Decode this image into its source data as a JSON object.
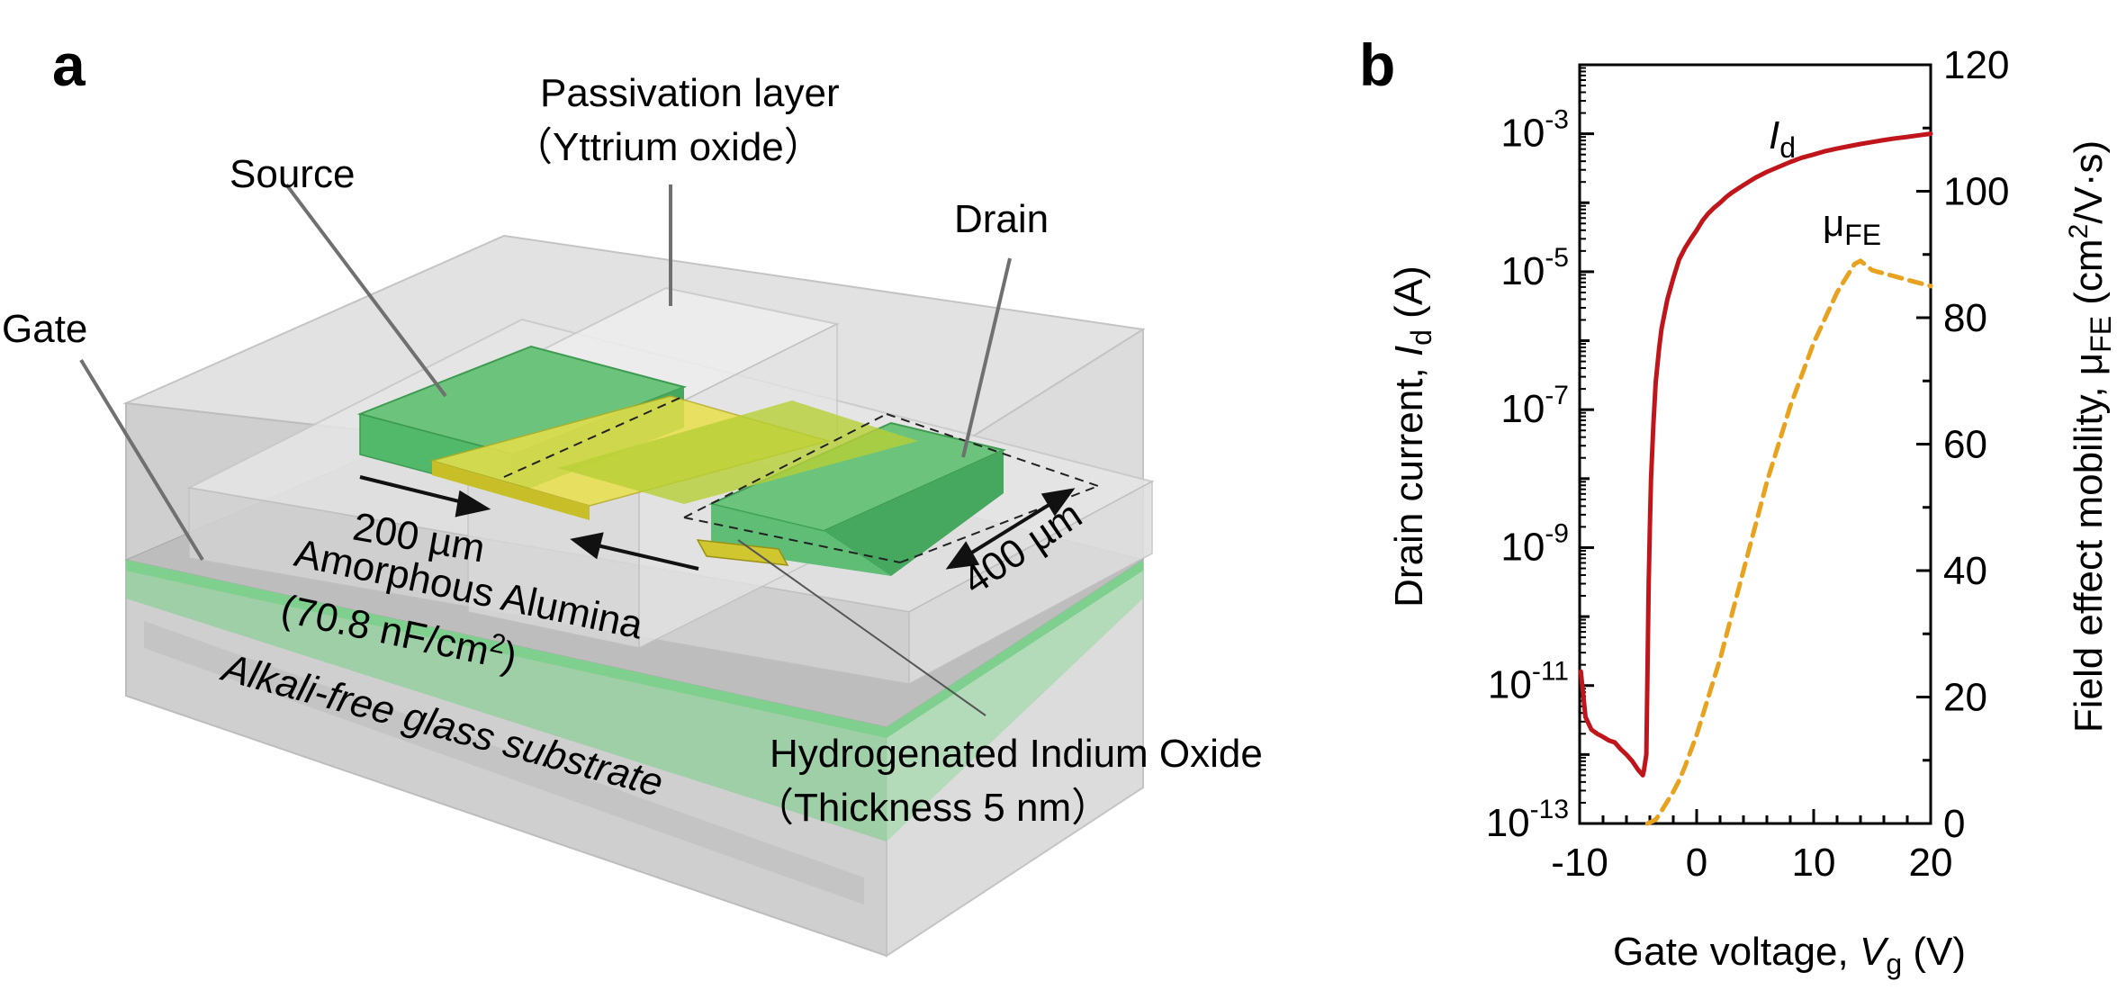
{
  "panel_a": {
    "letter": "a",
    "labels": {
      "passivation_1": "Passivation layer",
      "passivation_2": "（Yttrium oxide）",
      "source": "Source",
      "drain": "Drain",
      "gate": "Gate",
      "dim_200": "200 µm",
      "dim_400": "400 µm",
      "alumina_1": "Amorphous Alumina",
      "alumina_2_pre": "(70.8 nF/cm",
      "alumina_2_sup": "2",
      "alumina_2_post": ")",
      "substrate": "Alkali-free glass substrate",
      "ito_1": "Hydrogenated Indium Oxide",
      "ito_2": "（Thickness 5 nm）"
    },
    "colors": {
      "glass": "#d7d7d7",
      "alumina_green": "#7fcf8f",
      "electrode_green": "#52b96a",
      "channel_yellow": "#cfc630",
      "channel_bright": "#e8e04a"
    }
  },
  "panel_b": {
    "letter": "b",
    "chart_data": {
      "type": "line",
      "xlabel_pre": "Gate voltage, ",
      "xlabel_var": "V",
      "xlabel_sub": "g",
      "xlabel_post": " (V)",
      "ylabel_left_pre": "Drain current, ",
      "ylabel_left_var": "I",
      "ylabel_left_sub": "d",
      "ylabel_left_post": " (A)",
      "ylabel_right_pre": "Field effect mobility, μ",
      "ylabel_right_sub": "FE",
      "ylabel_right_mid": " (cm",
      "ylabel_right_sup": "2",
      "ylabel_right_post": "/V·s)",
      "xlim": [
        -10,
        20
      ],
      "x_ticks": [
        {
          "value": -10,
          "label": "-10"
        },
        {
          "value": 0,
          "label": "0"
        },
        {
          "value": 10,
          "label": "10"
        },
        {
          "value": 20,
          "label": "20"
        }
      ],
      "y_left_scale": "log",
      "y_left_lim_exp": [
        -13,
        -2
      ],
      "y_left_ticks": [
        {
          "exp": -13,
          "base": "10",
          "sup": "-13"
        },
        {
          "exp": -11,
          "base": "10",
          "sup": "-11"
        },
        {
          "exp": -9,
          "base": "10",
          "sup": "-9"
        },
        {
          "exp": -7,
          "base": "10",
          "sup": "-7"
        },
        {
          "exp": -5,
          "base": "10",
          "sup": "-5"
        },
        {
          "exp": -3,
          "base": "10",
          "sup": "-3"
        }
      ],
      "y_right_lim": [
        0,
        120
      ],
      "y_right_ticks": [
        {
          "value": 0,
          "label": "0"
        },
        {
          "value": 20,
          "label": "20"
        },
        {
          "value": 40,
          "label": "40"
        },
        {
          "value": 60,
          "label": "60"
        },
        {
          "value": 80,
          "label": "80"
        },
        {
          "value": 100,
          "label": "100"
        },
        {
          "value": 120,
          "label": "120"
        }
      ],
      "series": [
        {
          "name_var": "I",
          "name_sub": "d",
          "axis": "left",
          "color": "#c0161b",
          "style": "solid",
          "x": [
            -9.9,
            -9.5,
            -9,
            -8.5,
            -8,
            -7.5,
            -7,
            -6.5,
            -6,
            -5.5,
            -5,
            -4.6,
            -4.5,
            -4.3,
            -4.1,
            -4.0,
            -3.9,
            -3.7,
            -3.5,
            -3.2,
            -3,
            -2.5,
            -2,
            -1.5,
            -1,
            -0.5,
            0,
            0.5,
            1,
            1.5,
            2,
            2.5,
            3,
            4,
            5,
            6,
            7,
            8,
            9,
            10,
            11,
            12,
            13,
            14,
            15,
            16,
            17,
            18,
            19,
            20
          ],
          "y": [
            1.6e-11,
            3.5e-12,
            2.3e-12,
            2e-12,
            1.8e-12,
            1.6e-12,
            1.5e-12,
            1.2e-12,
            1e-12,
            8e-13,
            6e-13,
            5e-13,
            6e-13,
            1e-12,
            3e-10,
            2e-09,
            1e-08,
            6e-08,
            2.5e-07,
            8e-07,
            1.5e-06,
            4e-06,
            8e-06,
            1.5e-05,
            2.2e-05,
            3e-05,
            4e-05,
            5.5e-05,
            7e-05,
            8.5e-05,
            0.0001,
            0.00012,
            0.00014,
            0.00018,
            0.00023,
            0.00028,
            0.00033,
            0.00039,
            0.00045,
            0.0005,
            0.00056,
            0.00061,
            0.00066,
            0.00071,
            0.00076,
            0.00081,
            0.00086,
            0.0009,
            0.00095,
            0.001
          ]
        },
        {
          "name_pre": "μ",
          "name_sub": "FE",
          "axis": "right",
          "color": "#e8a21e",
          "style": "dashed",
          "x": [
            -4.2,
            -3.5,
            -3,
            -2.5,
            -2,
            -1.5,
            -1,
            -0.5,
            0,
            0.5,
            1,
            1.5,
            2,
            3,
            4,
            5,
            6,
            7,
            8,
            9,
            10,
            11,
            12,
            13,
            13.5,
            14,
            15,
            16,
            17,
            18,
            19,
            20
          ],
          "y": [
            0,
            0.6,
            2,
            3.5,
            5,
            6.8,
            9,
            11.5,
            14,
            17,
            20,
            23,
            26,
            33,
            40,
            47,
            54,
            60,
            66,
            71,
            76,
            80,
            84,
            87,
            88.5,
            89,
            87.5,
            87,
            86.5,
            86,
            85.5,
            85
          ]
        }
      ]
    }
  }
}
